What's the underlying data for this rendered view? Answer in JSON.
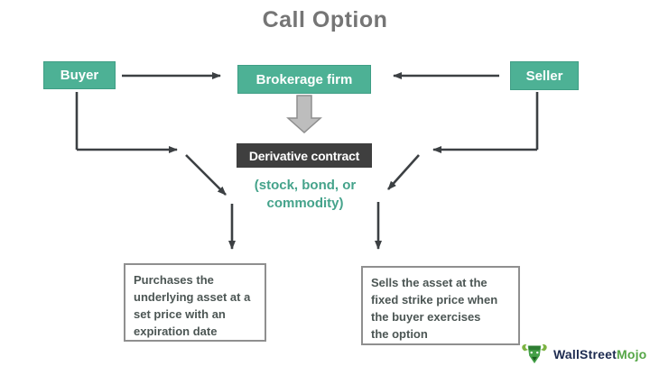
{
  "title": "Call Option",
  "nodes": {
    "buyer": "Buyer",
    "brokerage": "Brokerage firm",
    "seller": "Seller",
    "derivative": "Derivative contract",
    "derivative_note_lines": [
      "(stock, bond, or",
      "commodity)"
    ]
  },
  "notes": {
    "buyer_lines": [
      "Purchases the",
      "underlying asset at a",
      "set price with an",
      "expiration date"
    ],
    "seller_lines": [
      "Sells the asset at the",
      "fixed strike price when",
      "the buyer exercises",
      "the option"
    ]
  },
  "logo": {
    "part1": "WallStreet",
    "part2": "Mojo"
  },
  "colors": {
    "teal": "#4db195",
    "teal_border": "#3f9e85",
    "dark_box": "#3f3f3f",
    "arrow": "#3c4043",
    "note_text": "#4c5654",
    "note_border": "#8f8f8f",
    "title": "#757575",
    "subtitle": "#45a38b",
    "block_fill": "#bdbdbd",
    "block_stroke": "#8e8e8e",
    "logo_navy": "#1d2b50",
    "logo_green": "#55a646"
  }
}
